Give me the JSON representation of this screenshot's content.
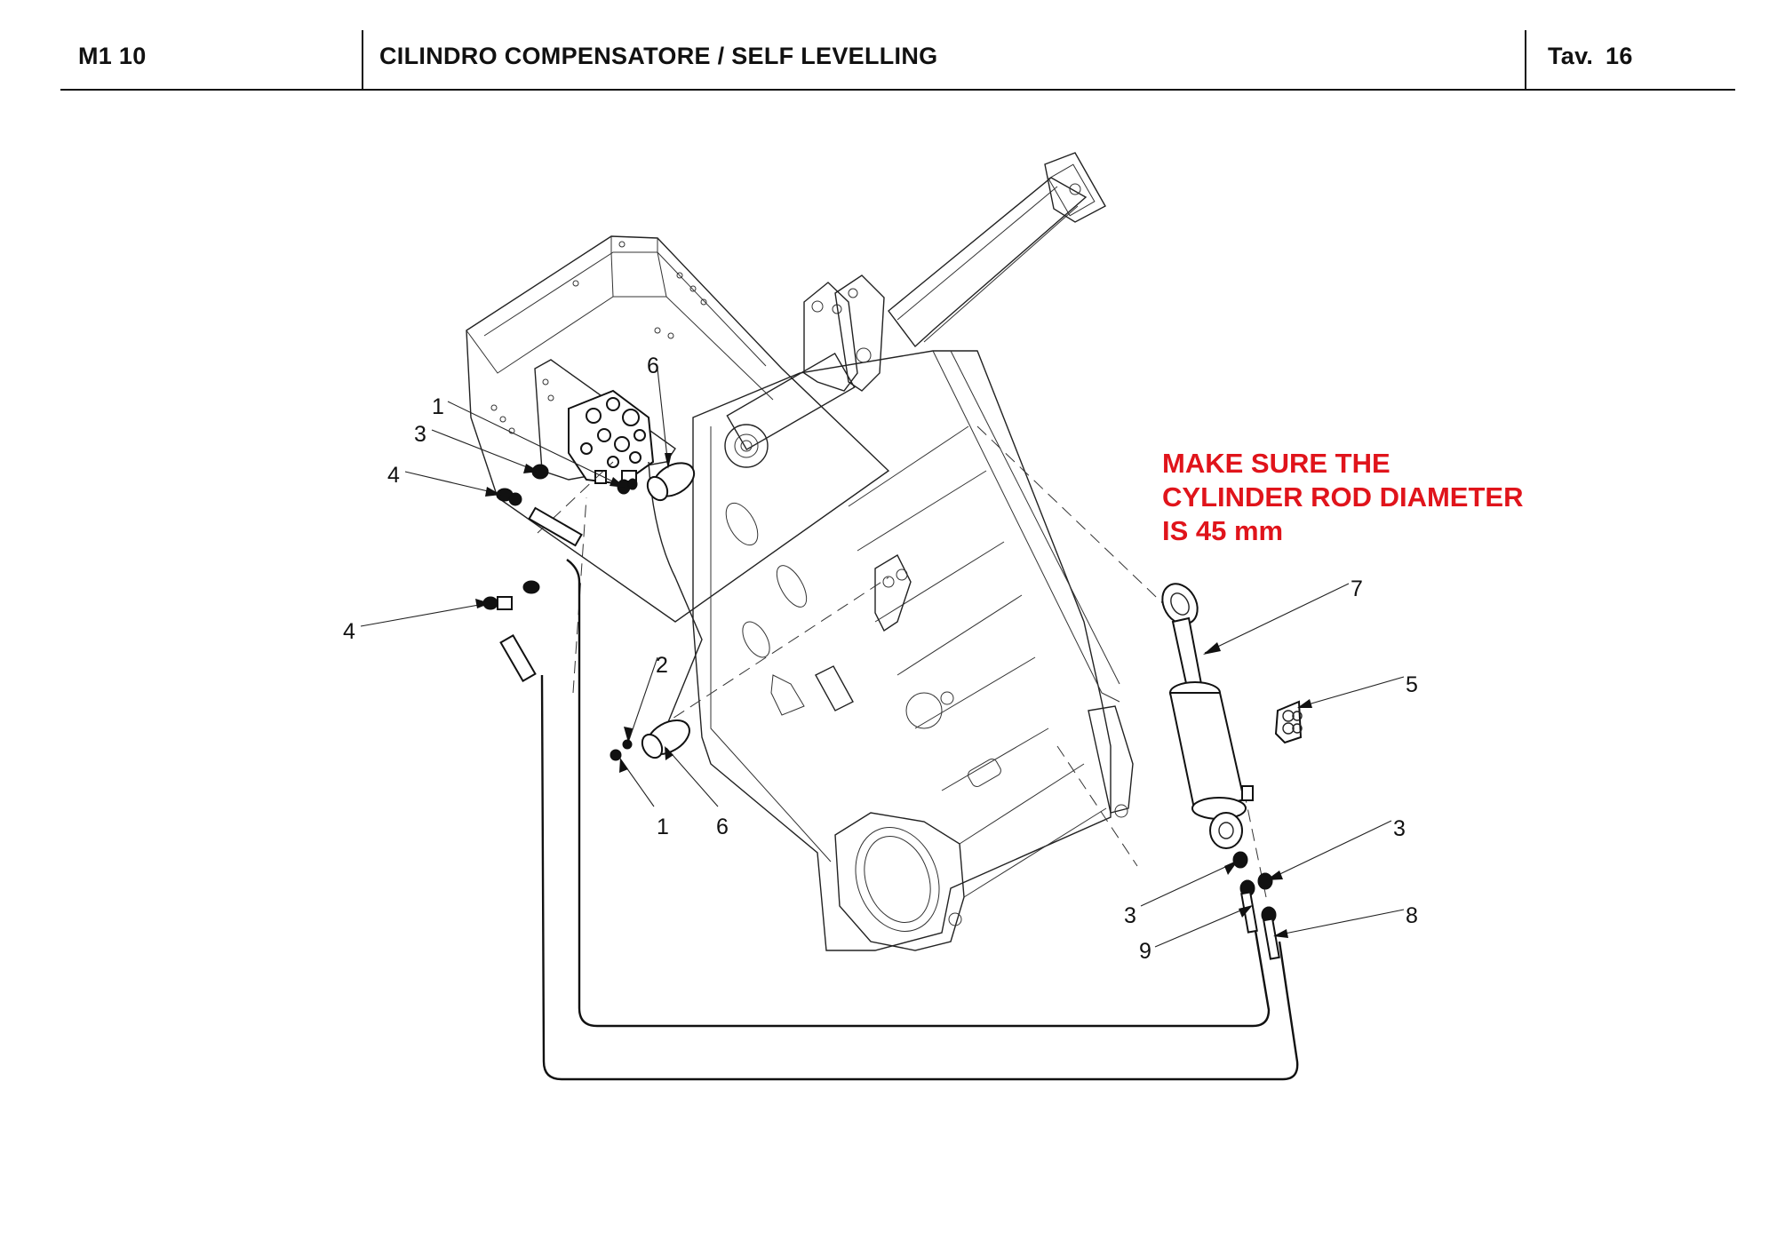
{
  "header": {
    "model_code": "M1 10",
    "title": "CILINDRO COMPENSATORE / SELF LEVELLING",
    "table_label": "Tav.  16"
  },
  "note": {
    "lines": [
      "MAKE SURE THE",
      "CYLINDER ROD DIAMETER",
      "IS 45 mm"
    ],
    "color": "#e0141b"
  },
  "callouts": [
    {
      "number": "6",
      "part": "pin (upper)"
    },
    {
      "number": "1",
      "part": "screw (upper)"
    },
    {
      "number": "3",
      "part": "fitting (valve block)"
    },
    {
      "number": "4",
      "part": "tee fitting (upper)"
    },
    {
      "number": "4",
      "part": "tee fitting (lower)"
    },
    {
      "number": "2",
      "part": "washer"
    },
    {
      "number": "1",
      "part": "screw (lower)"
    },
    {
      "number": "6",
      "part": "pin (lower)"
    },
    {
      "number": "7",
      "part": "self levelling cylinder"
    },
    {
      "number": "5",
      "part": "decal"
    },
    {
      "number": "3",
      "part": "fitting (cylinder right)"
    },
    {
      "number": "3",
      "part": "fitting (cylinder left)"
    },
    {
      "number": "8",
      "part": "hose end (right)"
    },
    {
      "number": "9",
      "part": "hose end (left)"
    }
  ],
  "drawing": {
    "subject": "loader frame with self levelling cylinder exploded view"
  }
}
